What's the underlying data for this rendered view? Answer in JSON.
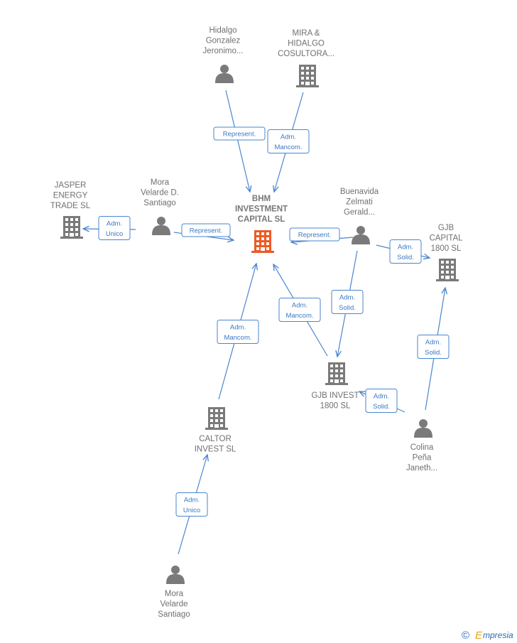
{
  "colors": {
    "node": "#7a7a7a",
    "main_node": "#ee5a24",
    "edge": "#4a86cf",
    "edge_text": "#3a78c4"
  },
  "nodes": [
    {
      "id": "hidalgo",
      "type": "person",
      "lines": [
        "Hidalgo",
        "Gonzalez",
        "Jeronimo..."
      ]
    },
    {
      "id": "mira",
      "type": "company",
      "lines": [
        "MIRA &",
        "HIDALGO",
        "COSULTORA..."
      ]
    },
    {
      "id": "jasper",
      "type": "company",
      "lines": [
        "JASPER",
        "ENERGY",
        "TRADE  SL"
      ]
    },
    {
      "id": "mora_d",
      "type": "person",
      "lines": [
        "Mora",
        "Velarde D.",
        "Santiago"
      ]
    },
    {
      "id": "bhm",
      "type": "company",
      "main": true,
      "lines": [
        "BHM",
        "INVESTMENT",
        "CAPITAL  SL"
      ]
    },
    {
      "id": "buenavida",
      "type": "person",
      "lines": [
        "Buenavida",
        "Zelmati",
        "Gerald..."
      ]
    },
    {
      "id": "gjb_capital",
      "type": "company",
      "lines": [
        "GJB",
        "CAPITAL",
        "1800  SL"
      ]
    },
    {
      "id": "gjb_invest",
      "type": "company",
      "lines": [
        "GJB INVEST",
        "1800  SL"
      ]
    },
    {
      "id": "caltor",
      "type": "company",
      "lines": [
        "CALTOR",
        "INVEST  SL"
      ]
    },
    {
      "id": "colina",
      "type": "person",
      "lines": [
        "Colina",
        "Peña",
        "Janeth..."
      ]
    },
    {
      "id": "mora",
      "type": "person",
      "lines": [
        "Mora",
        "Velarde",
        "Santiago"
      ]
    }
  ],
  "edges": [
    {
      "from": "hidalgo",
      "to": "bhm",
      "label": [
        "Represent."
      ]
    },
    {
      "from": "mira",
      "to": "bhm",
      "label": [
        "Adm.",
        "Mancom."
      ]
    },
    {
      "from": "mora_d",
      "to": "jasper",
      "label": [
        "Adm.",
        "Unico"
      ]
    },
    {
      "from": "mora_d",
      "to": "bhm",
      "label": [
        "Represent."
      ]
    },
    {
      "from": "buenavida",
      "to": "bhm",
      "label": [
        "Represent."
      ]
    },
    {
      "from": "buenavida",
      "to": "gjb_capital",
      "label": [
        "Adm.",
        "Solid."
      ]
    },
    {
      "from": "buenavida",
      "to": "gjb_invest",
      "label": [
        "Adm.",
        "Solid."
      ]
    },
    {
      "from": "gjb_invest",
      "to": "bhm",
      "label": [
        "Adm.",
        "Mancom."
      ]
    },
    {
      "from": "caltor",
      "to": "bhm",
      "label": [
        "Adm.",
        "Mancom."
      ]
    },
    {
      "from": "colina",
      "to": "gjb_invest",
      "label": [
        "Adm.",
        "Solid."
      ]
    },
    {
      "from": "colina",
      "to": "gjb_capital",
      "label": [
        "Adm.",
        "Solid."
      ]
    },
    {
      "from": "mora",
      "to": "caltor",
      "label": [
        "Adm.",
        "Unico"
      ]
    }
  ],
  "footer": {
    "copyright_symbol": "©",
    "brand_text": "mpresia",
    "brand_initial": "E"
  }
}
